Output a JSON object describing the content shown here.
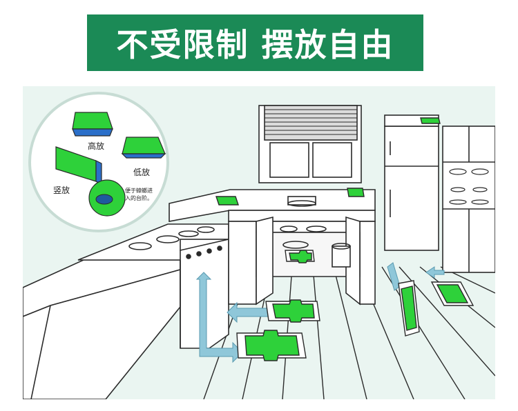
{
  "banner": {
    "title": "不受限制 摆放自由",
    "color": "#1b8a56"
  },
  "inset": {
    "labels": {
      "high": "高放",
      "low": "低放",
      "vertical": "竖放"
    },
    "note": "便于蟑螂进入的台阶。"
  },
  "colors": {
    "trap_green": "#2ed13a",
    "arrow": "#8fc7d9",
    "scene_bg": "#eaf5f1",
    "outline": "#2a2a2a"
  },
  "icons": [
    "arrow-icon",
    "cockroach-icon",
    "trap-icon"
  ]
}
